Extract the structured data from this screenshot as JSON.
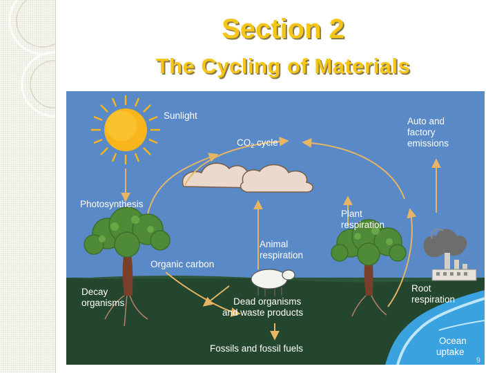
{
  "slide": {
    "title": "Section 2",
    "subtitle": "The Cycling of Materials",
    "page_number": "9"
  },
  "diagram": {
    "labels": {
      "sunlight": "Sunlight",
      "co2_prefix": "CO",
      "co2_sub": "2",
      "co2_suffix": " cycle",
      "auto_line1": "Auto  and",
      "auto_line2": "factory",
      "auto_line3": "emissions",
      "photosynthesis": "Photosynthesis",
      "plant_resp_line1": "Plant",
      "plant_resp_line2": "respiration",
      "animal_resp_line1": "Animal",
      "animal_resp_line2": "respiration",
      "organic_carbon": "Organic carbon",
      "decay_line1": "Decay",
      "decay_line2": "organisms",
      "dead_line1": "Dead organisms",
      "dead_line2": "and waste products",
      "root_line1": "Root",
      "root_line2": "respiration",
      "fossils": "Fossils and fossil fuels",
      "ocean_line1": "Ocean",
      "ocean_line2": "uptake"
    },
    "colors": {
      "sky": "#5f8fc9",
      "ground": "#24462f",
      "arrow": "#e8b562",
      "sun": "#f8b51c",
      "water": "#3aa2de",
      "title": "#f5c518"
    }
  }
}
